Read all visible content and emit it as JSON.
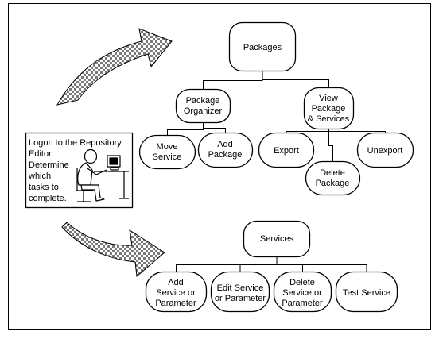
{
  "nodes": {
    "packages": {
      "label": [
        "Packages"
      ]
    },
    "package_organizer": {
      "label": [
        "Package",
        "Organizer"
      ]
    },
    "view_package_services": {
      "label": [
        "View",
        "Package",
        "& Services"
      ]
    },
    "move_service": {
      "label": [
        "Move",
        "Service"
      ]
    },
    "add_package": {
      "label": [
        "Add",
        "Package"
      ]
    },
    "export": {
      "label": [
        "Export"
      ]
    },
    "delete_package": {
      "label": [
        "Delete",
        "Package"
      ]
    },
    "unexport": {
      "label": [
        "Unexport"
      ]
    },
    "services": {
      "label": [
        "Services"
      ]
    },
    "add_service_parameter": {
      "label": [
        "Add",
        "Service or",
        "Parameter"
      ]
    },
    "edit_service_parameter": {
      "label": [
        "Edit Service",
        "or Parameter"
      ]
    },
    "delete_service_parameter": {
      "label": [
        "Delete",
        "Service or",
        "Parameter"
      ]
    },
    "test_service": {
      "label": [
        "Test Service"
      ]
    }
  },
  "logon_note": {
    "lines": [
      "Logon to the Repository",
      "Editor.",
      "Determine",
      "which",
      "tasks to",
      "complete."
    ]
  },
  "edges": [
    [
      "packages",
      "package_organizer"
    ],
    [
      "packages",
      "view_package_services"
    ],
    [
      "package_organizer",
      "move_service"
    ],
    [
      "package_organizer",
      "add_package"
    ],
    [
      "view_package_services",
      "export"
    ],
    [
      "view_package_services",
      "delete_package"
    ],
    [
      "view_package_services",
      "unexport"
    ],
    [
      "services",
      "add_service_parameter"
    ],
    [
      "services",
      "edit_service_parameter"
    ],
    [
      "services",
      "delete_service_parameter"
    ],
    [
      "services",
      "test_service"
    ]
  ],
  "colors": {
    "line": "#000000",
    "fill": "#ffffff",
    "arrow_pattern": "#7a7a7a"
  }
}
